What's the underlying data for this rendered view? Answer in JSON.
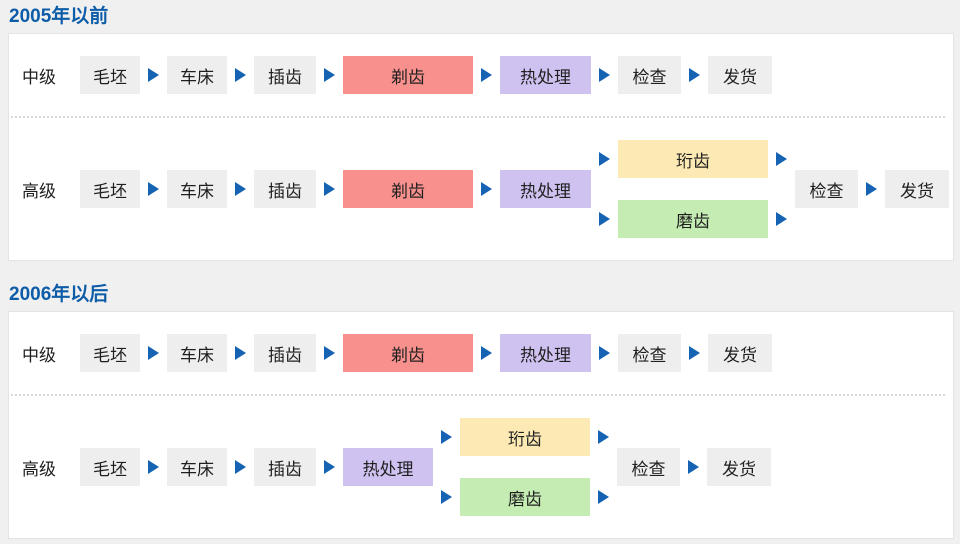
{
  "colors": {
    "page_bg": "#f0f0f0",
    "panel_bg": "#ffffff",
    "panel_border": "#e3e3e3",
    "header_blue": "#0d5ca8",
    "arrow_blue": "#1563b2",
    "box_gray": "#eeeeee",
    "box_red": "#f8918e",
    "box_purple": "#cfc2f0",
    "box_yellow": "#fce9b3",
    "box_green": "#c5edb3",
    "text": "#1f1f1f"
  },
  "icons": {
    "arrow": "arrow-right-icon"
  },
  "sections": [
    {
      "name": "section-before-2005",
      "title": "2005年以前",
      "rows": [
        {
          "id": "intermediate",
          "label": "中级",
          "items": [
            {
              "type": "box",
              "id": "blank",
              "text": "毛坯",
              "variant": "gray",
              "width": 60
            },
            {
              "type": "arrow"
            },
            {
              "type": "box",
              "id": "lathe",
              "text": "车床",
              "variant": "gray",
              "width": 60
            },
            {
              "type": "arrow"
            },
            {
              "type": "box",
              "id": "gear-shaping",
              "text": "插齿",
              "variant": "gray",
              "width": 62
            },
            {
              "type": "arrow"
            },
            {
              "type": "box",
              "id": "gear-shaving",
              "text": "剃齿",
              "variant": "red",
              "width": 130
            },
            {
              "type": "arrow"
            },
            {
              "type": "box",
              "id": "heat-treatment",
              "text": "热处理",
              "variant": "purple",
              "width": 91
            },
            {
              "type": "arrow"
            },
            {
              "type": "box",
              "id": "inspection",
              "text": "检查",
              "variant": "gray",
              "width": 63
            },
            {
              "type": "arrow"
            },
            {
              "type": "box",
              "id": "shipping",
              "text": "发货",
              "variant": "gray",
              "width": 64
            }
          ]
        },
        {
          "id": "advanced",
          "label": "高级",
          "items": [
            {
              "type": "box",
              "id": "blank",
              "text": "毛坯",
              "variant": "gray",
              "width": 60
            },
            {
              "type": "arrow"
            },
            {
              "type": "box",
              "id": "lathe",
              "text": "车床",
              "variant": "gray",
              "width": 60
            },
            {
              "type": "arrow"
            },
            {
              "type": "box",
              "id": "gear-shaping",
              "text": "插齿",
              "variant": "gray",
              "width": 62
            },
            {
              "type": "arrow"
            },
            {
              "type": "box",
              "id": "gear-shaving",
              "text": "剃齿",
              "variant": "red",
              "width": 130
            },
            {
              "type": "arrow"
            },
            {
              "type": "box",
              "id": "heat-treatment",
              "text": "热处理",
              "variant": "purple",
              "width": 91
            },
            {
              "type": "branch",
              "lines": [
                {
                  "box": {
                    "id": "gear-honing",
                    "text": "珩齿",
                    "variant": "yellow",
                    "width": 150
                  }
                },
                {
                  "box": {
                    "id": "gear-grinding",
                    "text": "磨齿",
                    "variant": "green",
                    "width": 150
                  }
                }
              ]
            },
            {
              "type": "box",
              "id": "inspection",
              "text": "检查",
              "variant": "gray",
              "width": 63
            },
            {
              "type": "arrow"
            },
            {
              "type": "box",
              "id": "shipping",
              "text": "发货",
              "variant": "gray",
              "width": 64
            }
          ]
        }
      ]
    },
    {
      "name": "section-after-2006",
      "title": "2006年以后",
      "rows": [
        {
          "id": "intermediate",
          "label": "中级",
          "items": [
            {
              "type": "box",
              "id": "blank",
              "text": "毛坯",
              "variant": "gray",
              "width": 60
            },
            {
              "type": "arrow"
            },
            {
              "type": "box",
              "id": "lathe",
              "text": "车床",
              "variant": "gray",
              "width": 60
            },
            {
              "type": "arrow"
            },
            {
              "type": "box",
              "id": "gear-shaping",
              "text": "插齿",
              "variant": "gray",
              "width": 62
            },
            {
              "type": "arrow"
            },
            {
              "type": "box",
              "id": "gear-shaving",
              "text": "剃齿",
              "variant": "red",
              "width": 130
            },
            {
              "type": "arrow"
            },
            {
              "type": "box",
              "id": "heat-treatment",
              "text": "热处理",
              "variant": "purple",
              "width": 91
            },
            {
              "type": "arrow"
            },
            {
              "type": "box",
              "id": "inspection",
              "text": "检查",
              "variant": "gray",
              "width": 63
            },
            {
              "type": "arrow"
            },
            {
              "type": "box",
              "id": "shipping",
              "text": "发货",
              "variant": "gray",
              "width": 64
            }
          ]
        },
        {
          "id": "advanced",
          "label": "高级",
          "items": [
            {
              "type": "box",
              "id": "blank",
              "text": "毛坯",
              "variant": "gray",
              "width": 60
            },
            {
              "type": "arrow"
            },
            {
              "type": "box",
              "id": "lathe",
              "text": "车床",
              "variant": "gray",
              "width": 60
            },
            {
              "type": "arrow"
            },
            {
              "type": "box",
              "id": "gear-shaping",
              "text": "插齿",
              "variant": "gray",
              "width": 62
            },
            {
              "type": "arrow"
            },
            {
              "type": "box",
              "id": "heat-treatment",
              "text": "热处理",
              "variant": "purple",
              "width": 90
            },
            {
              "type": "branch",
              "lines": [
                {
                  "box": {
                    "id": "gear-honing",
                    "text": "珩齿",
                    "variant": "yellow",
                    "width": 130
                  }
                },
                {
                  "box": {
                    "id": "gear-grinding",
                    "text": "磨齿",
                    "variant": "green",
                    "width": 130
                  }
                }
              ]
            },
            {
              "type": "box",
              "id": "inspection",
              "text": "检查",
              "variant": "gray",
              "width": 63
            },
            {
              "type": "arrow"
            },
            {
              "type": "box",
              "id": "shipping",
              "text": "发货",
              "variant": "gray",
              "width": 64
            }
          ]
        }
      ]
    }
  ]
}
